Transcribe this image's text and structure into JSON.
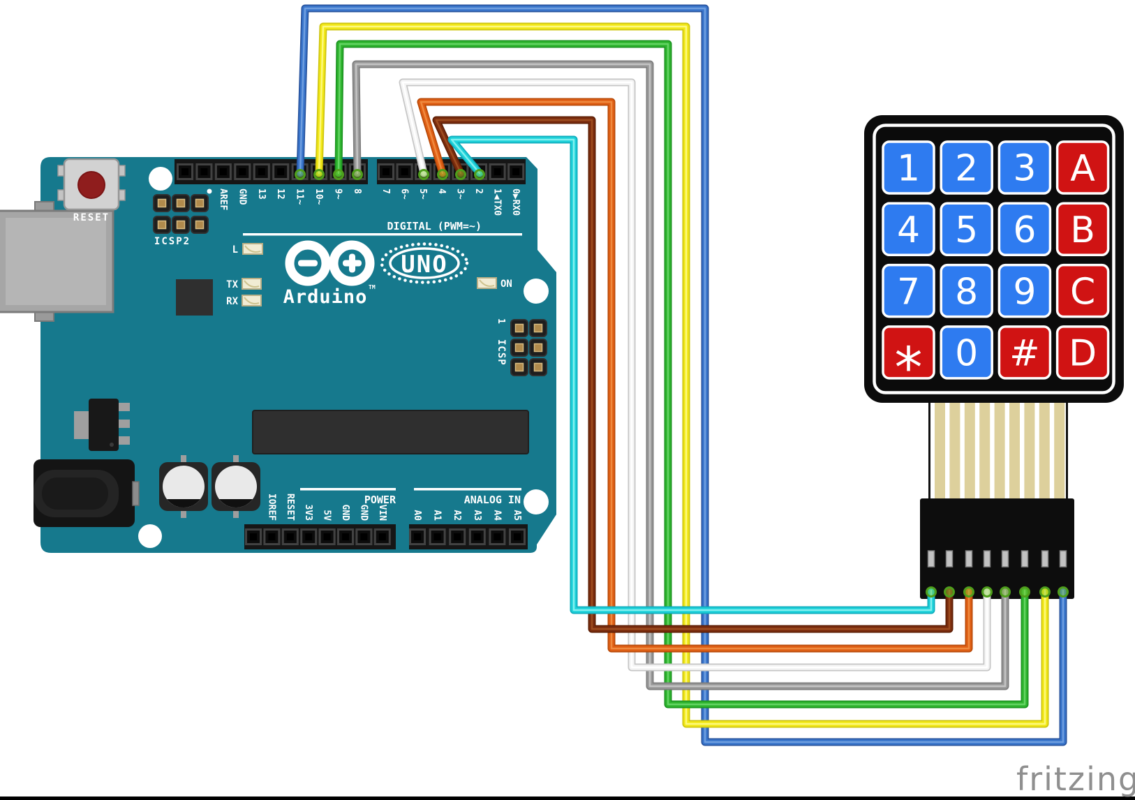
{
  "page": {
    "background": "#ffffff",
    "bottom_bar_color": "#000000",
    "watermark": "fritzing"
  },
  "board": {
    "name": "Arduino UNO",
    "color": "#16798d",
    "silk_color": "#ffffff",
    "reset_label": "RESET",
    "icsp2_label": "ICSP2",
    "icsp_label": "ICSP",
    "icsp_pin1_label": "1",
    "digital_caption": "DIGITAL (PWM=~)",
    "power_caption": "POWER",
    "analog_caption": "ANALOG IN",
    "leds": {
      "l": "L",
      "tx": "TX",
      "rx": "RX",
      "on": "ON"
    },
    "brand": "Arduino",
    "brand_tm": "TM",
    "model": "UNO",
    "digital_left_labels": [
      "",
      "",
      "AREF",
      "GND",
      "13",
      "12",
      "11~",
      "10~",
      "9~",
      "8"
    ],
    "digital_right_labels": [
      "7",
      "6~",
      "5~",
      "4",
      "3~",
      "2",
      "1◀TX0",
      "0▶RX0"
    ],
    "power_labels": [
      "",
      "IOREF",
      "RESET",
      "3V3",
      "5V",
      "GND",
      "GND",
      "VIN"
    ],
    "analog_labels": [
      "A0",
      "A1",
      "A2",
      "A3",
      "A4",
      "A5"
    ]
  },
  "keypad": {
    "type": "4x4 membrane keypad",
    "body_color": "#0b0b0b",
    "blue": "#2e7bf0",
    "red": "#d01313",
    "text_color": "#ffffff",
    "rows": [
      [
        {
          "label": "1",
          "color": "blue"
        },
        {
          "label": "2",
          "color": "blue"
        },
        {
          "label": "3",
          "color": "blue"
        },
        {
          "label": "A",
          "color": "red"
        }
      ],
      [
        {
          "label": "4",
          "color": "blue"
        },
        {
          "label": "5",
          "color": "blue"
        },
        {
          "label": "6",
          "color": "blue"
        },
        {
          "label": "B",
          "color": "red"
        }
      ],
      [
        {
          "label": "7",
          "color": "blue"
        },
        {
          "label": "8",
          "color": "blue"
        },
        {
          "label": "9",
          "color": "blue"
        },
        {
          "label": "C",
          "color": "red"
        }
      ],
      [
        {
          "label": "*",
          "color": "red"
        },
        {
          "label": "0",
          "color": "blue"
        },
        {
          "label": "#",
          "color": "red"
        },
        {
          "label": "D",
          "color": "red"
        }
      ]
    ]
  },
  "wires": [
    {
      "arduino_pin": "11",
      "keypad_pin": "8",
      "color_name": "blue",
      "hex": "#3a76cc"
    },
    {
      "arduino_pin": "10",
      "keypad_pin": "7",
      "color_name": "yellow",
      "hex": "#f2e818"
    },
    {
      "arduino_pin": "9",
      "keypad_pin": "6",
      "color_name": "green",
      "hex": "#2eb52e"
    },
    {
      "arduino_pin": "8",
      "keypad_pin": "5",
      "color_name": "gray",
      "hex": "#9a9a9a"
    },
    {
      "arduino_pin": "5",
      "keypad_pin": "4",
      "color_name": "white",
      "hex": "#f4f4f4"
    },
    {
      "arduino_pin": "4",
      "keypad_pin": "3",
      "color_name": "orange",
      "hex": "#e05f15"
    },
    {
      "arduino_pin": "3",
      "keypad_pin": "2",
      "color_name": "brown",
      "hex": "#7c2d0e"
    },
    {
      "arduino_pin": "2",
      "keypad_pin": "1",
      "color_name": "cyan",
      "hex": "#1ed2da"
    }
  ]
}
